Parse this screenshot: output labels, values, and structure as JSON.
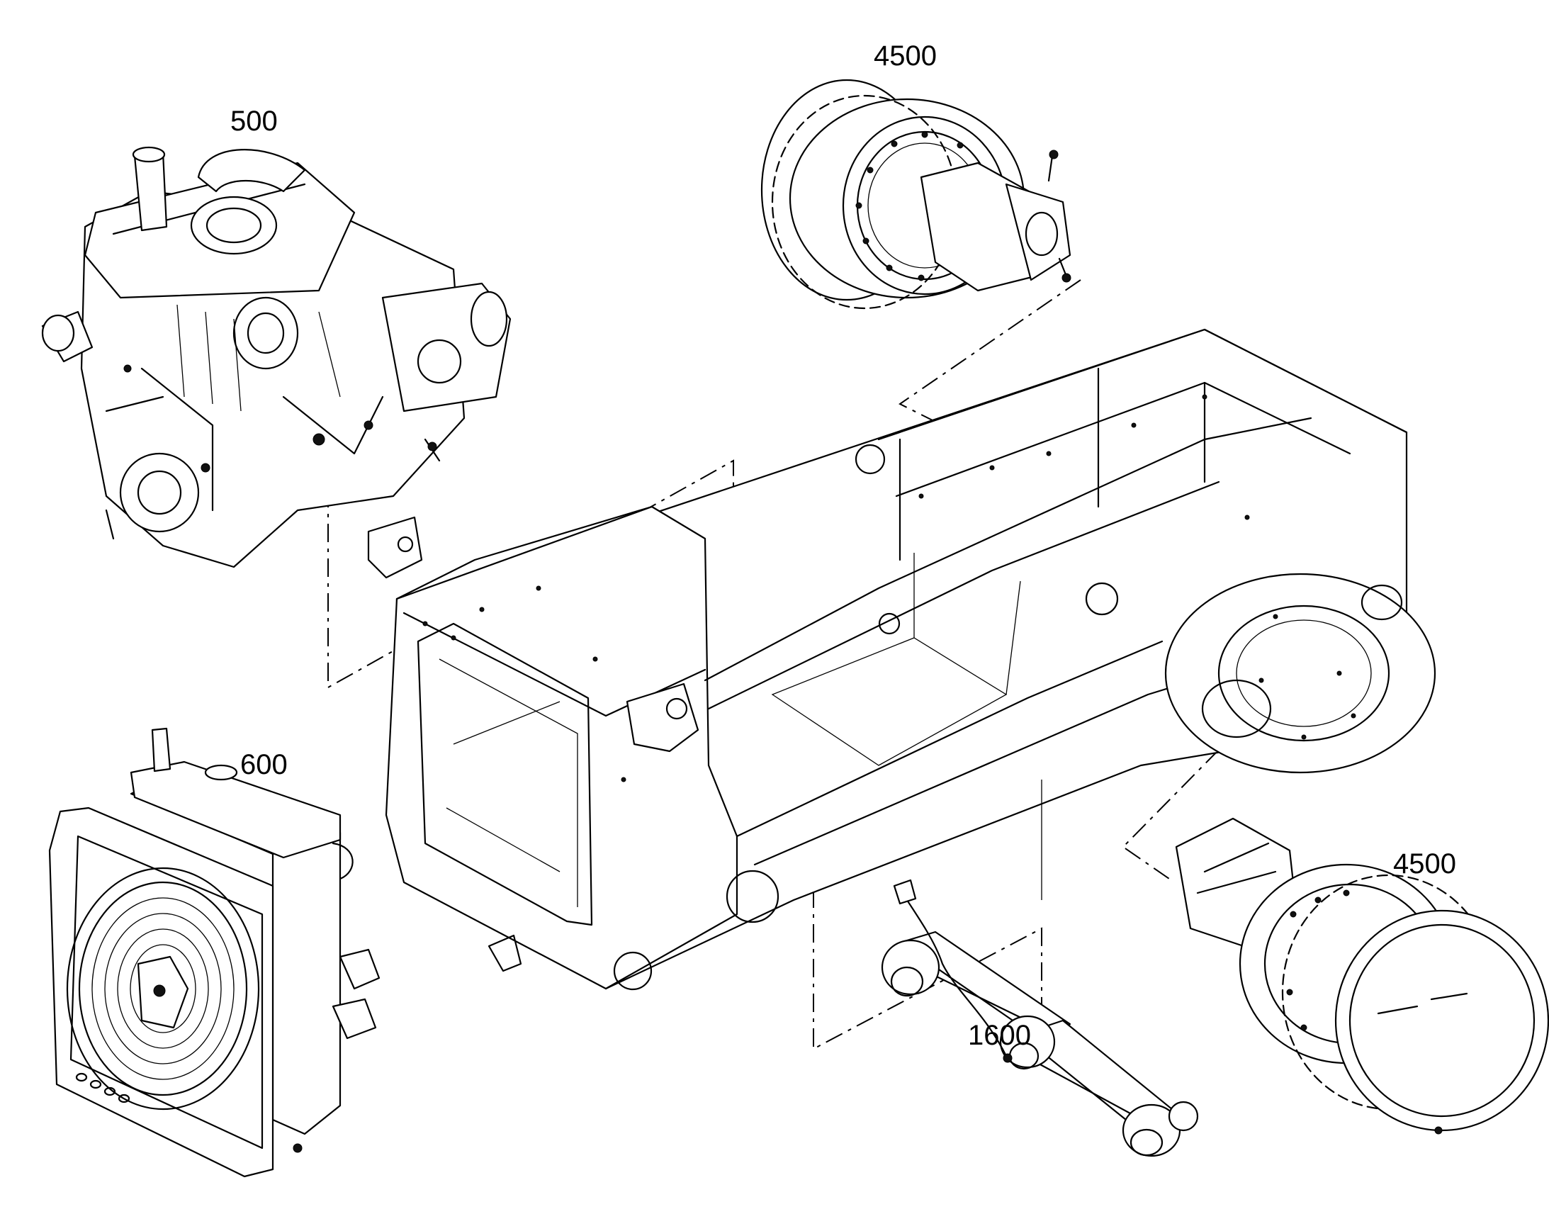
{
  "parts": {
    "engine": {
      "number": "500"
    },
    "cooler": {
      "number": "600"
    },
    "drive_top": {
      "number": "4500"
    },
    "drive_bottom": {
      "number": "4500"
    },
    "link_arm": {
      "number": "1600"
    }
  },
  "colors": {
    "line": "#000000",
    "background": "#ffffff"
  }
}
